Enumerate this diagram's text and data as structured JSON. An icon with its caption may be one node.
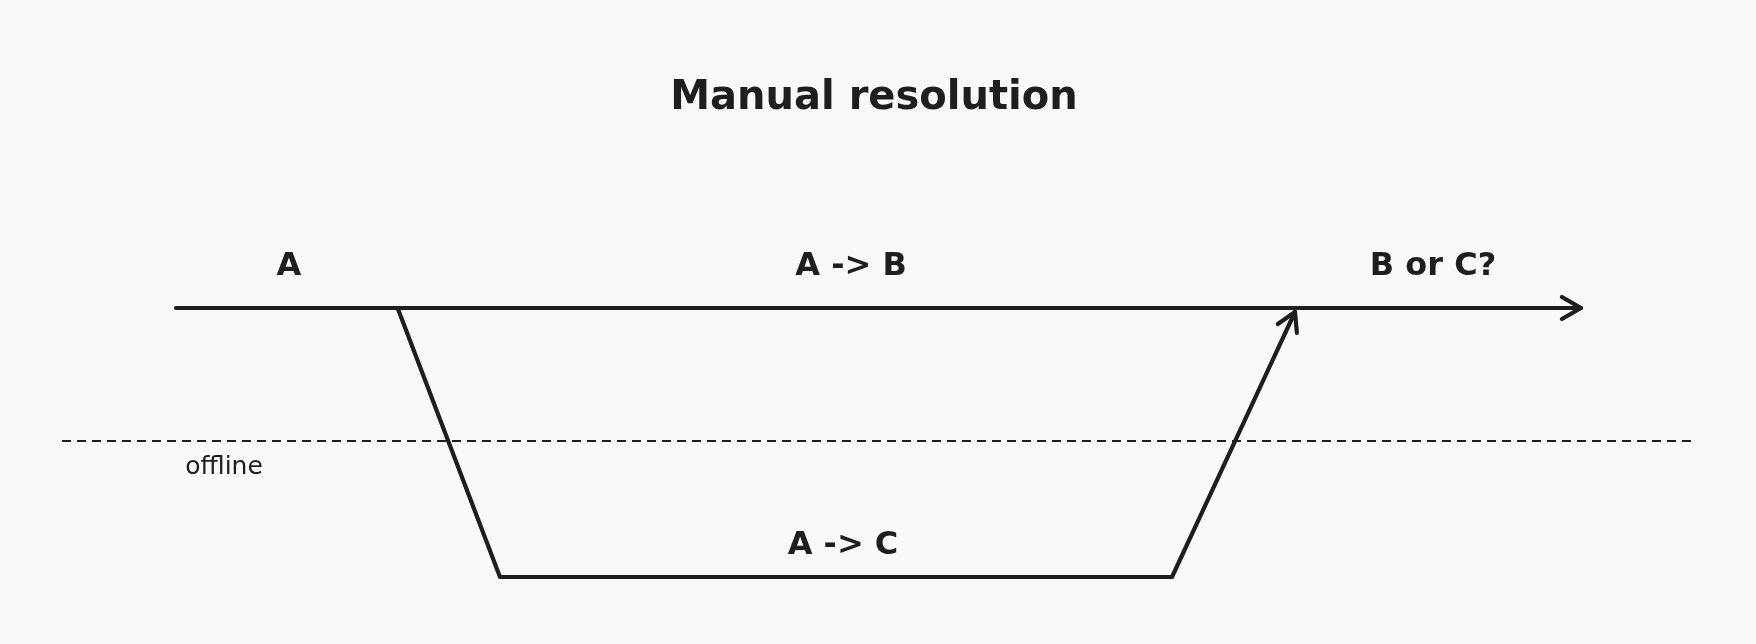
{
  "diagram": {
    "title": "Manual resolution",
    "labels": [
      "A",
      "A -> B",
      "B or C?",
      "offline",
      "A -> C"
    ]
  }
}
